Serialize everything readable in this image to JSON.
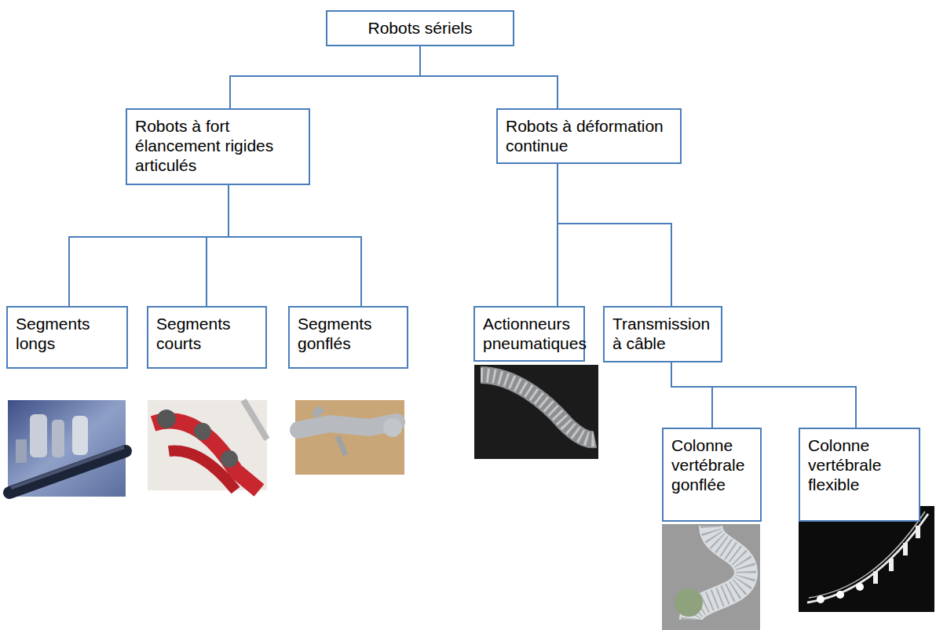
{
  "diagram": {
    "nodes": [
      {
        "text": [
          "Robots sériels"
        ]
      },
      {
        "text": [
          "Robots à fort élancement rigides articulés"
        ]
      },
      {
        "text": [
          "Robots à déformation continue"
        ]
      },
      {
        "text": [
          "Segments longs"
        ]
      },
      {
        "text": [
          "Segments courts"
        ]
      },
      {
        "text": [
          "Segments gonflés"
        ]
      },
      {
        "text": [
          "Actionneurs pneumatiques"
        ]
      },
      {
        "text": [
          "Transmission à câble"
        ]
      },
      {
        "text": [
          "Colonne vertébrale gonflée"
        ]
      },
      {
        "text": [
          "Colonne vertébrale flexible"
        ]
      }
    ],
    "edges": [
      {
        "from": 0,
        "to": 1,
        "arrow": "none"
      },
      {
        "from": 0,
        "to": 2,
        "arrow": "none"
      },
      {
        "from": 1,
        "to": 3,
        "arrow": "none"
      },
      {
        "from": 1,
        "to": 4,
        "arrow": "none"
      },
      {
        "from": 1,
        "to": 5,
        "arrow": "none"
      },
      {
        "from": 2,
        "to": 6,
        "arrow": "none"
      },
      {
        "from": 2,
        "to": 7,
        "arrow": "none"
      },
      {
        "from": 7,
        "to": 8,
        "arrow": "none"
      },
      {
        "from": 7,
        "to": 9,
        "arrow": "none"
      }
    ]
  }
}
